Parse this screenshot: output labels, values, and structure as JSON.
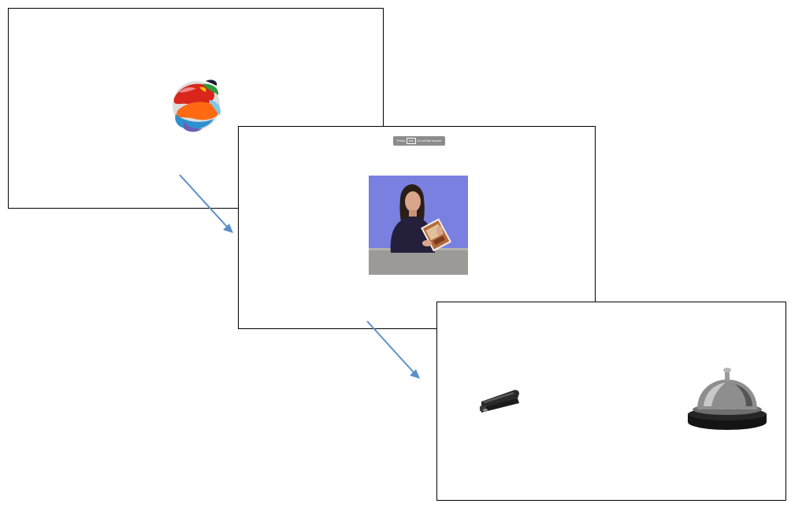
{
  "fullscreen_notice": {
    "prefix": "Press",
    "key": "esc",
    "suffix": "to exit full screen"
  },
  "panels": [
    {
      "name": "attention-getter",
      "content": "colorful-ribbon-image"
    },
    {
      "name": "speaker-video",
      "content": "woman-holding-book-image"
    },
    {
      "name": "object-choice",
      "content": [
        "stapler-image",
        "service-bell-image"
      ]
    }
  ],
  "colors": {
    "arrow": "#5b8fc9",
    "video_background": "#7a80e0",
    "border": "#000000"
  }
}
